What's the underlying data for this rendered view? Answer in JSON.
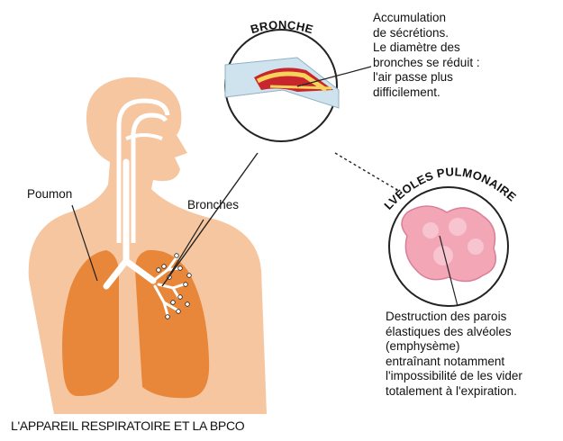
{
  "labels": {
    "poumon": "Poumon",
    "bronches": "Bronches",
    "bronche_title": "BRONCHE",
    "alveoles_title": "ALVÉOLES PULMONAIRES",
    "caption": "L'APPAREIL RESPIRATOIRE ET LA BPCO"
  },
  "notes": {
    "bronche_note": "Accumulation\nde sécrétions.\nLe diamètre des\nbronches se réduit :\nl'air passe plus\ndifficilement.",
    "alveoles_note": "Destruction des parois\nélastiques des alvéoles\n(emphysème)\nentraînant notamment\nl'impossibilité de les vider\ntotalement à l'expiration."
  },
  "colors": {
    "skin": "#f5c69f",
    "lung": "#e8873a",
    "lung_dark": "#d9762c",
    "airway": "#ffffff",
    "mucus": "#c9252c",
    "alveoli": "#f2a6b6",
    "tube": "#cfe3ee",
    "outline": "#222222"
  }
}
